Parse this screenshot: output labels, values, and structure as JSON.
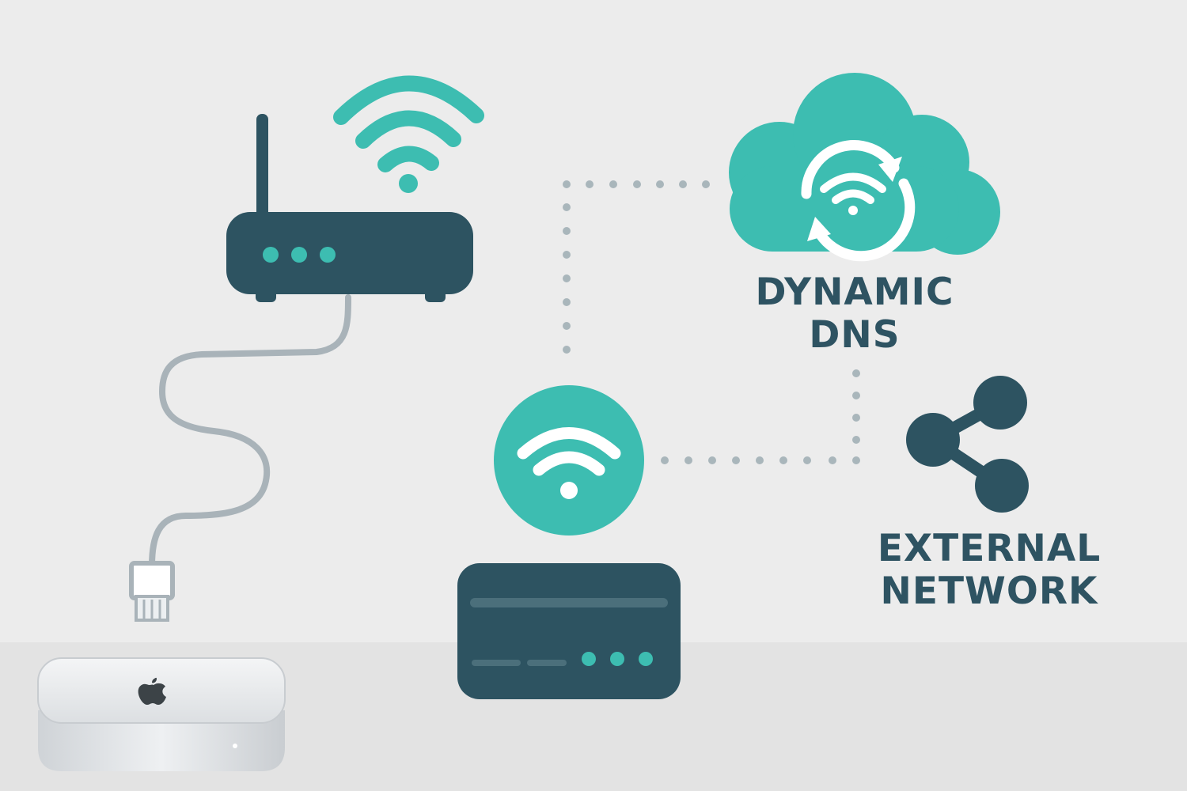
{
  "colors": {
    "background": "#ececec",
    "floor": "#e3e3e3",
    "teal": "#3dbdb1",
    "dark": "#2d5361",
    "dots": "#a9b6bb",
    "cable": "#a9b3b9",
    "label_text": "#2e5362",
    "device_silver": "#d9dcdf"
  },
  "icons": {
    "router": "router-icon",
    "router_wifi": "wifi-signal-icon",
    "cloud": "cloud-icon",
    "cloud_sync": "sync-wifi-icon",
    "wifi_badge": "wifi-icon",
    "server": "server-box-icon",
    "share": "share-network-icon",
    "mac_mini": "mac-mini-icon",
    "apple_logo": "apple-logo-icon",
    "ethernet_plug": "ethernet-plug-icon"
  },
  "labels": {
    "dynamic_dns": {
      "line1": "DYNAMIC",
      "line2": "DNS"
    },
    "external_network": {
      "line1": "EXTERNAL",
      "line2": "NETWORK"
    }
  }
}
